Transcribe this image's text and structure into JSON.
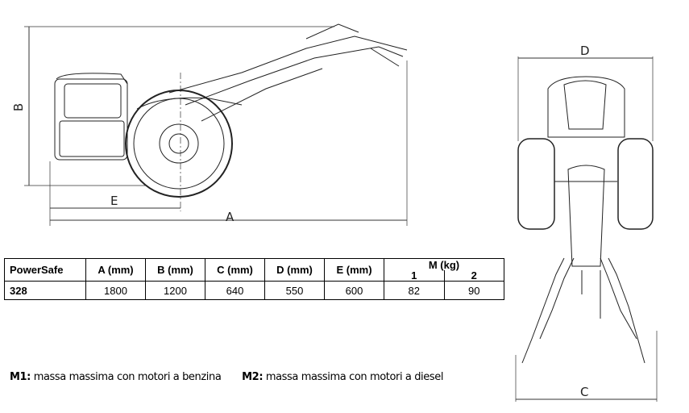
{
  "dimensions_labels": {
    "A": "A",
    "B": "B",
    "C": "C",
    "D": "D",
    "E": "E"
  },
  "table": {
    "headers": [
      "PowerSafe",
      "A (mm)",
      "B (mm)",
      "C (mm)",
      "D (mm)",
      "E (mm)"
    ],
    "mass_header": "M (kg)",
    "mass_subheaders": [
      "1",
      "2"
    ],
    "rows": [
      [
        "328",
        "1800",
        "1200",
        "640",
        "550",
        "600",
        "82",
        "90"
      ]
    ]
  },
  "notes": [
    {
      "key": "M1:",
      "text": " massa massima con motori a benzina"
    },
    {
      "key": "M2:",
      "text": " massa massima con motori a diesel"
    }
  ]
}
